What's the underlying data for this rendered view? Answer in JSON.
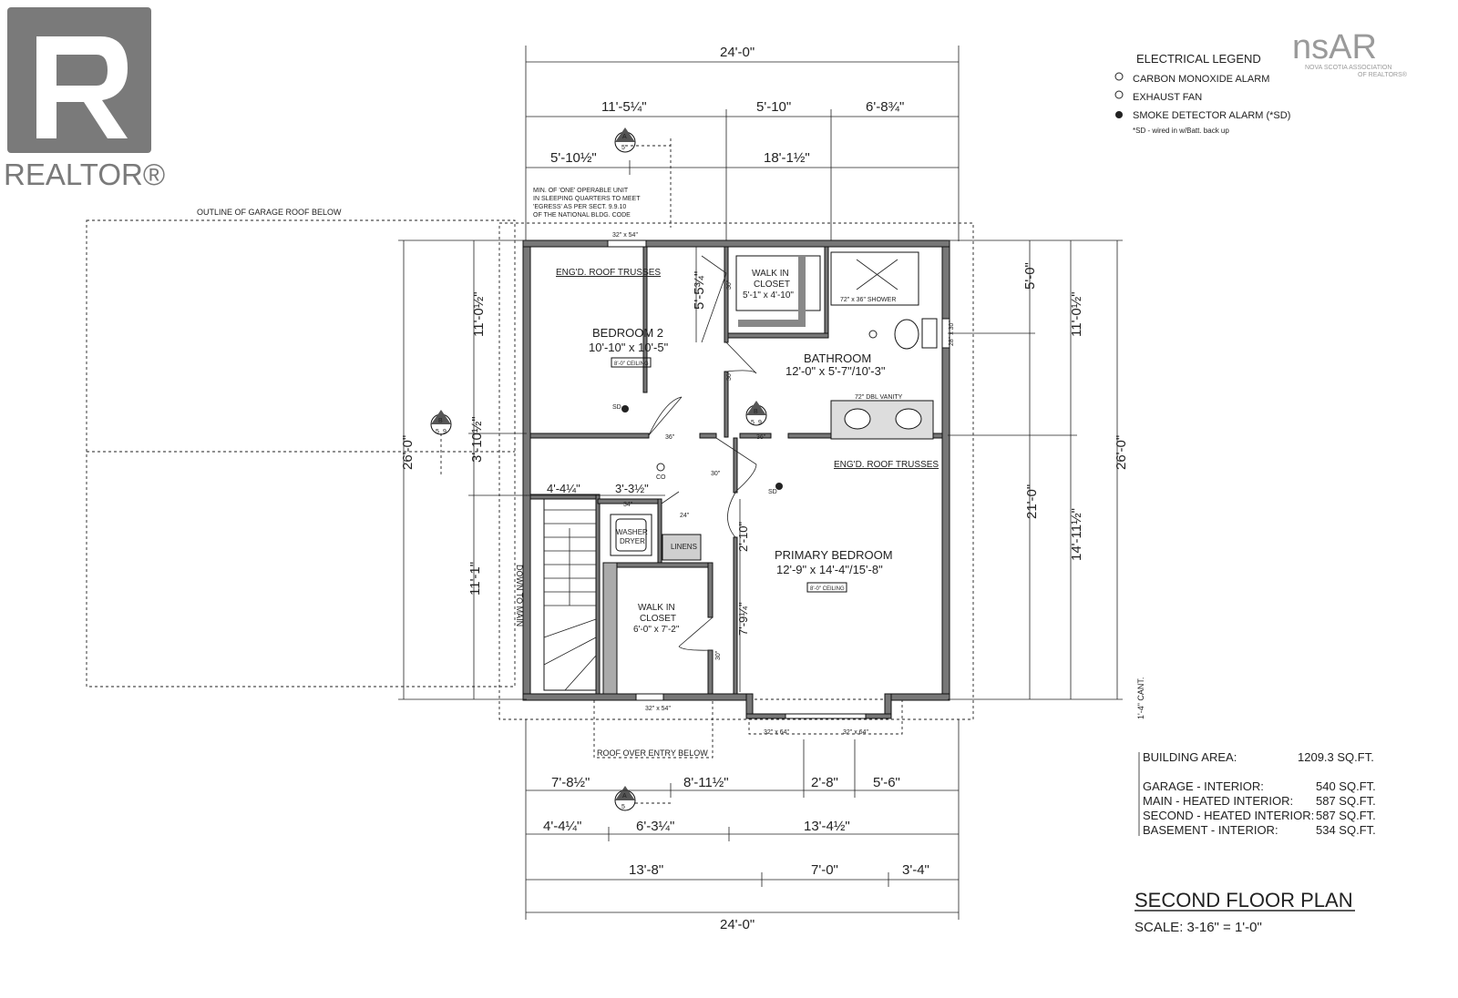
{
  "logos": {
    "realtor": {
      "text": "REALTOR®",
      "color": "#7a7a7a"
    },
    "nsar": {
      "text": "nsAR",
      "sub1": "NOVA SCOTIA ASSOCIATION",
      "sub2": "OF REALTORS®",
      "color": "#9a9a9a"
    }
  },
  "legend": {
    "title": "ELECTRICAL LEGEND",
    "items": [
      {
        "icon": "co-alarm-icon",
        "label": "CARBON MONOXIDE ALARM"
      },
      {
        "icon": "exhaust-fan-icon",
        "label": "EXHAUST FAN"
      },
      {
        "icon": "smoke-detector-icon",
        "label": "SMOKE DETECTOR ALARM (*SD)"
      }
    ],
    "note": "*SD - wired in w/Batt. back up"
  },
  "dimensions": {
    "top_overall": "24'-0\"",
    "top_row": [
      "11'-5¼\"",
      "5'-10\"",
      "6'-8¾\""
    ],
    "top_row2": [
      "5'-10½\"",
      "18'-1½\""
    ],
    "bottom_row1": [
      "7'-8½\"",
      "8'-11½\"",
      "2'-8\"",
      "5'-6\""
    ],
    "bottom_row2": [
      "4'-4¼\"",
      "6'-3¼\"",
      "13'-4½\""
    ],
    "bottom_row3": [
      "13'-8\"",
      "7'-0\"",
      "3'-4\""
    ],
    "bottom_overall": "24'-0\"",
    "left_overall": "26'-0\"",
    "left_a": "11'-0½\"",
    "left_b": "3'-10½\"",
    "left_c": "11'-1\"",
    "right_overall": "26'-0\"",
    "right_a": "5'-0\"",
    "right_b": "11'-0½\"",
    "right_c": "21'-0\"",
    "right_d": "14'-11½\"",
    "right_cant": "1'-4\" CANT.",
    "inner_a": "5'-5¾\"",
    "inner_b": "4'-4¼\"",
    "inner_c": "3'-3½\"",
    "inner_d": "2'-10\"",
    "inner_e": "7'-9¼\""
  },
  "notes": {
    "garage_roof": "OUTLINE OF GARAGE ROOF BELOW",
    "egress": [
      "MIN. OF 'ONE' OPERABLE UNIT",
      "IN SLEEPING QUARTERS TO MEET",
      "'EGRESS' AS PER SECT. 9.9.10",
      "OF THE NATIONAL BLDG. CODE"
    ],
    "roof_entry": "ROOF OVER ENTRY BELOW",
    "trusses": "ENG'D. ROOF TRUSSES",
    "stairs": "DOWN TO MAIN"
  },
  "rooms": {
    "bedroom2": {
      "name": "BEDROOM 2",
      "size": "10'-10\" x 10'-5\"",
      "ceiling": "8'-0\" CEILING"
    },
    "wic_top": {
      "name": "WALK IN",
      "name2": "CLOSET",
      "size": "5'-1\" x 4'-10\""
    },
    "bathroom": {
      "name": "BATHROOM",
      "size": "12'-0\" x 5'-7\"/10'-3\""
    },
    "primary": {
      "name": "PRIMARY BEDROOM",
      "size": "12'-9\" x 14'-4\"/15'-8\"",
      "ceiling": "8'-0\" CEILING"
    },
    "wic_bottom": {
      "name": "WALK IN",
      "name2": "CLOSET",
      "size": "6'-0\" x 7'-2\""
    },
    "washer": {
      "line1": "WASHER",
      "line2": "DRYER"
    },
    "linens": "LINENS",
    "shower": "72\" x 36\" SHOWER",
    "vanity": "72\" DBL VANITY"
  },
  "windows": {
    "top": "32\" x 54\"",
    "bottom": "32\" x 54\"",
    "bath": "28\" x 30\"",
    "bay1": "32\" x 64\"",
    "bay2": "32\" x 64\""
  },
  "doors": {
    "d36": "36\"",
    "d24": "24\"",
    "d30": "30\"",
    "d34": "34\""
  },
  "markers": {
    "sd": "SD",
    "co": "CO"
  },
  "sections": {
    "a_top": {
      "letter": "A",
      "num": "5"
    },
    "b_left": {
      "letter": "B",
      "num": "5",
      "num2": "9"
    },
    "b_mid": {
      "letter": "B",
      "num": "5",
      "num2": "9"
    },
    "a_bottom": {
      "letter": "A",
      "num": "5"
    }
  },
  "area_table": {
    "rows": [
      {
        "label": "BUILDING AREA:",
        "value": "1209.3 SQ.FT."
      },
      {
        "label": "GARAGE - INTERIOR:",
        "value": "540 SQ.FT."
      },
      {
        "label": "MAIN - HEATED INTERIOR:",
        "value": "587 SQ.FT."
      },
      {
        "label": "SECOND - HEATED INTERIOR:",
        "value": "587 SQ.FT."
      },
      {
        "label": "BASEMENT - INTERIOR:",
        "value": "534 SQ.FT."
      }
    ]
  },
  "title_block": {
    "title": "SECOND FLOOR PLAN",
    "scale": "SCALE: 3-16\" = 1'-0\""
  }
}
